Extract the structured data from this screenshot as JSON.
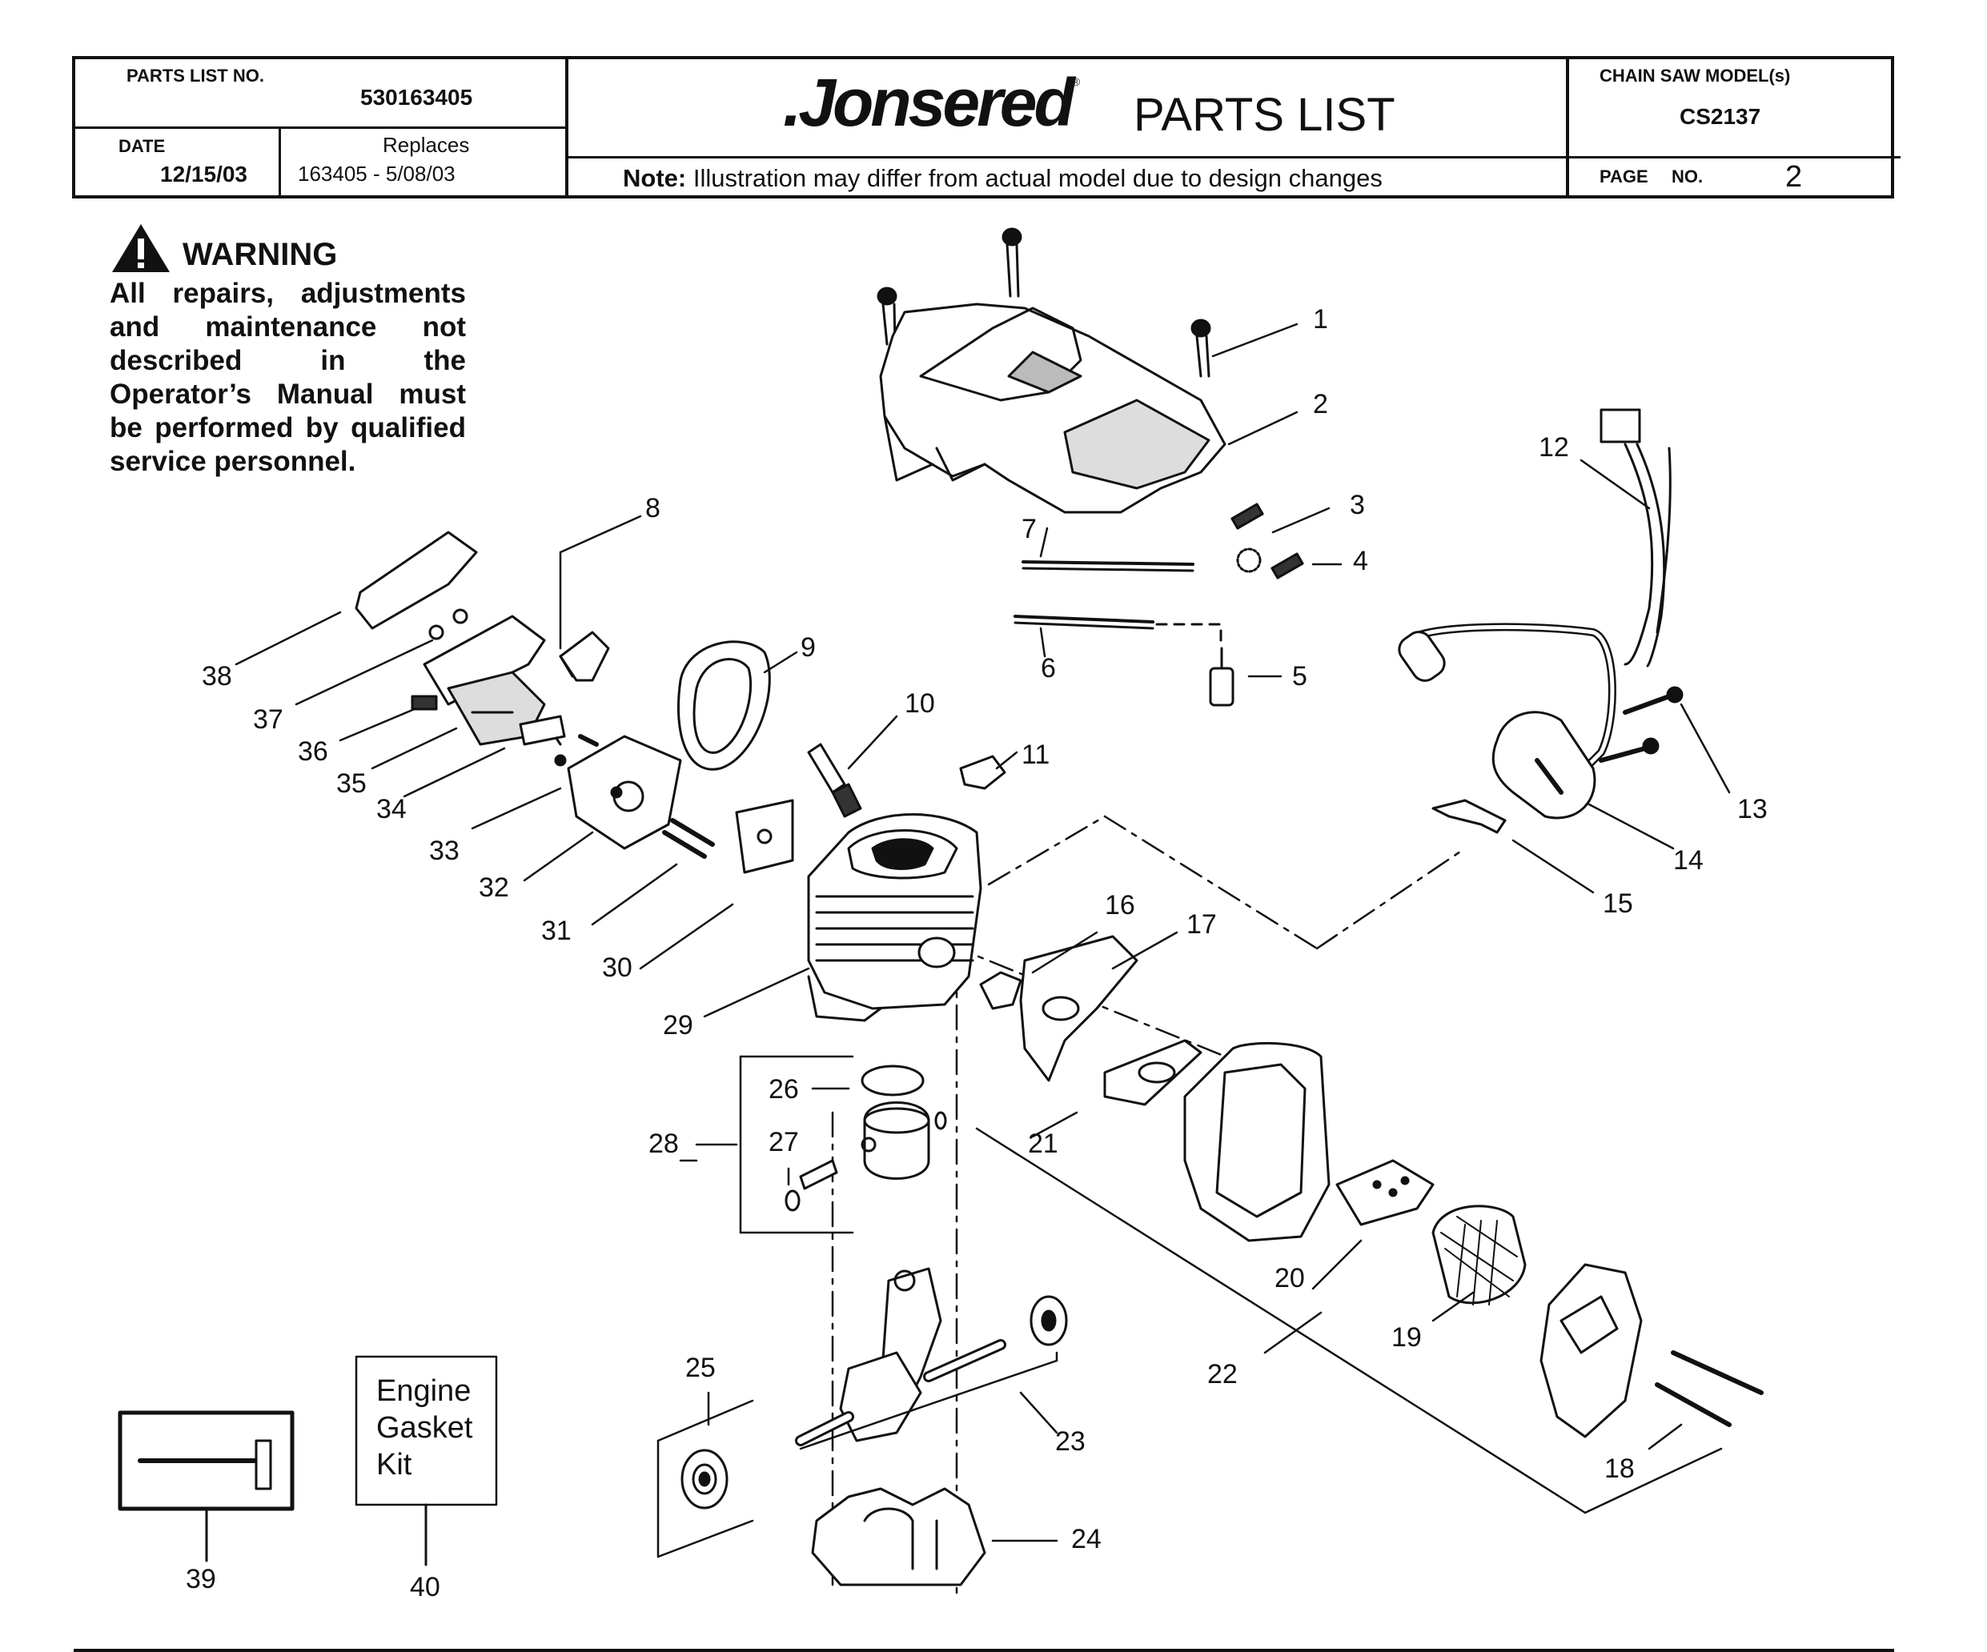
{
  "header": {
    "parts_list_label": "PARTS LIST NO.",
    "parts_list_no": "530163405",
    "date_label": "DATE",
    "date": "12/15/03",
    "replaces_label": "Replaces",
    "replaces": "163405 - 5/08/03",
    "brand": ".Jonsered",
    "registered": "®",
    "title": "PARTS LIST",
    "note_label": "Note:",
    "note": "Illustration may differ from actual model due to design changes",
    "model_label": "CHAIN SAW MODEL(s)",
    "model": "CS2137",
    "page_label": "PAGE",
    "page_no_label": "NO.",
    "page_no": "2"
  },
  "warning": {
    "title": "WARNING",
    "body": "All repairs, adjustments and maintenance not described in the Operator’s Manual must be performed by qualified service personnel."
  },
  "kit_box": {
    "line1": "Engine",
    "line2": "Gasket",
    "line3": "Kit"
  },
  "callouts": [
    "1",
    "2",
    "3",
    "4",
    "5",
    "6",
    "7",
    "8",
    "9",
    "10",
    "11",
    "12",
    "13",
    "14",
    "15",
    "16",
    "17",
    "18",
    "19",
    "20",
    "21",
    "22",
    "23",
    "24",
    "25",
    "26",
    "27",
    "28",
    "29",
    "30",
    "31",
    "32",
    "33",
    "34",
    "35",
    "36",
    "37",
    "38",
    "39",
    "40"
  ]
}
